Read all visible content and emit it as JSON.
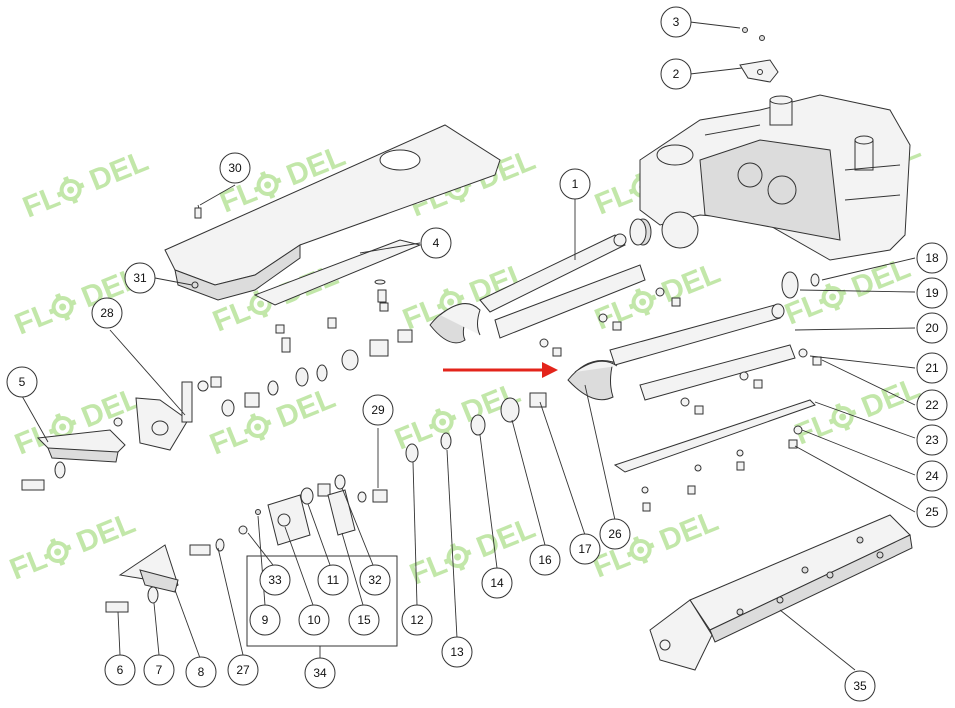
{
  "watermark": {
    "text_left": "FL",
    "text_right": "DEL",
    "color": "#b8e39a"
  },
  "arrow_color": "#e3241b",
  "callouts": {
    "c1": "1",
    "c2": "2",
    "c3": "3",
    "c4": "4",
    "c5": "5",
    "c6": "6",
    "c7": "7",
    "c8": "8",
    "c9": "9",
    "c10": "10",
    "c11": "11",
    "c12": "12",
    "c13": "13",
    "c14": "14",
    "c15": "15",
    "c16": "16",
    "c17": "17",
    "c18": "18",
    "c19": "19",
    "c20": "20",
    "c21": "21",
    "c22": "22",
    "c23": "23",
    "c24": "24",
    "c25": "25",
    "c26": "26",
    "c27": "27",
    "c28": "28",
    "c29": "29",
    "c30": "30",
    "c31": "31",
    "c32": "32",
    "c33": "33",
    "c34": "34",
    "c35": "35"
  }
}
